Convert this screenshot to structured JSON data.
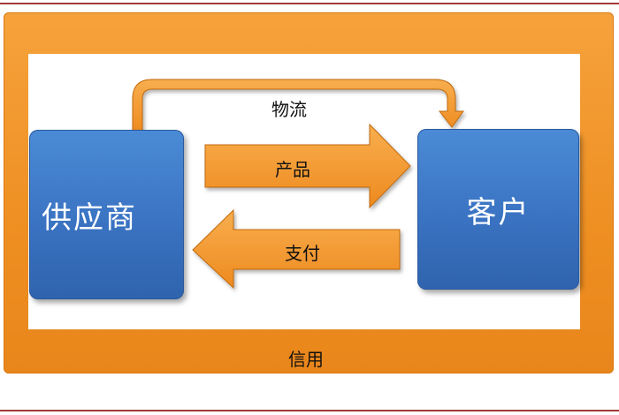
{
  "diagram": {
    "supplier": "供应商",
    "customer": "客户",
    "logistics": "物流",
    "product": "产品",
    "payment": "支付",
    "credit": "信用"
  },
  "colors": {
    "frame_orange": "#ee8f22",
    "arrow_orange": "#f39a2e",
    "box_blue": "#3a73c2",
    "rule_red": "#a33a3a"
  }
}
